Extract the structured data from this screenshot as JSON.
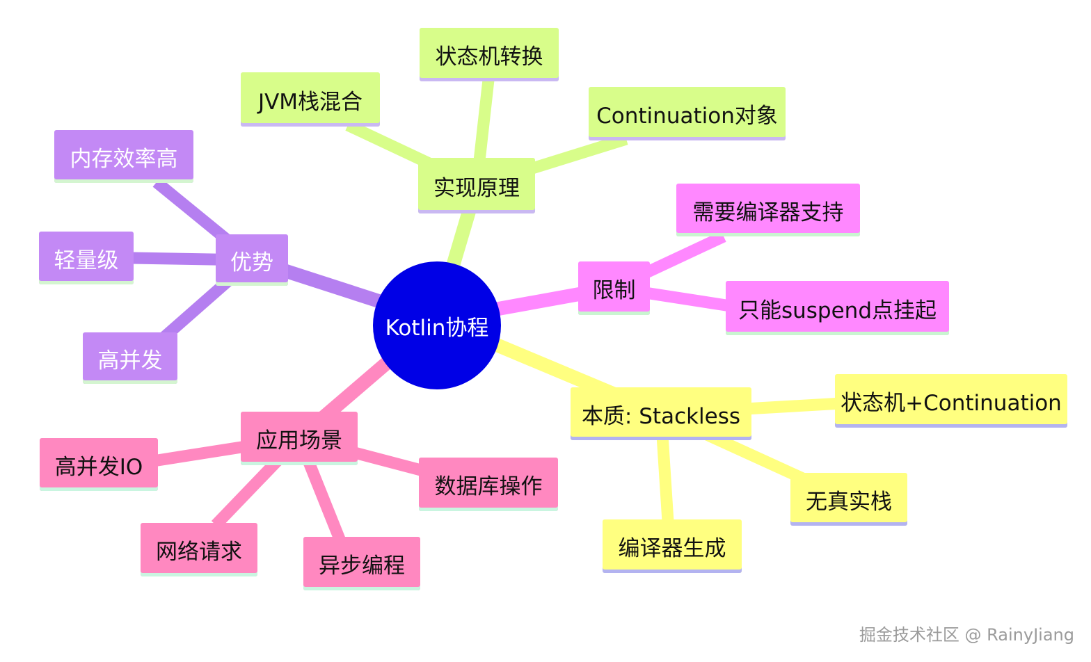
{
  "root": {
    "label": "Kotlin协程",
    "color": "#0000e6"
  },
  "branches": {
    "advantages": {
      "label": "优势",
      "color": "#c389f5",
      "edge": "#b57ff0",
      "underline": "#d4f5d0",
      "text": "light",
      "children": [
        "内存效率高",
        "轻量级",
        "高并发"
      ]
    },
    "implementation": {
      "label": "实现原理",
      "color": "#d8fd8a",
      "edge": "#d8fd8a",
      "underline": "#c9b8f2",
      "text": "dark",
      "children": [
        "JVM栈混合",
        "状态机转换",
        "Continuation对象"
      ]
    },
    "limits": {
      "label": "限制",
      "color": "#ff88ff",
      "edge": "#ff88ff",
      "underline": "#c9f5d0",
      "text": "dark",
      "children": [
        "需要编译器支持",
        "只能suspend点挂起"
      ]
    },
    "essence": {
      "label": "本质: Stackless",
      "color": "#ffff80",
      "edge": "#ffff80",
      "underline": "#b3b3f0",
      "text": "dark",
      "children": [
        "状态机+Continuation",
        "无真实栈",
        "编译器生成"
      ]
    },
    "usage": {
      "label": "应用场景",
      "color": "#ff88c0",
      "edge": "#ff88c0",
      "underline": "#c9f5e0",
      "text": "dark",
      "children": [
        "高并发IO",
        "网络请求",
        "异步编程",
        "数据库操作"
      ]
    }
  },
  "watermark": "掘金技术社区 @ RainyJiang"
}
